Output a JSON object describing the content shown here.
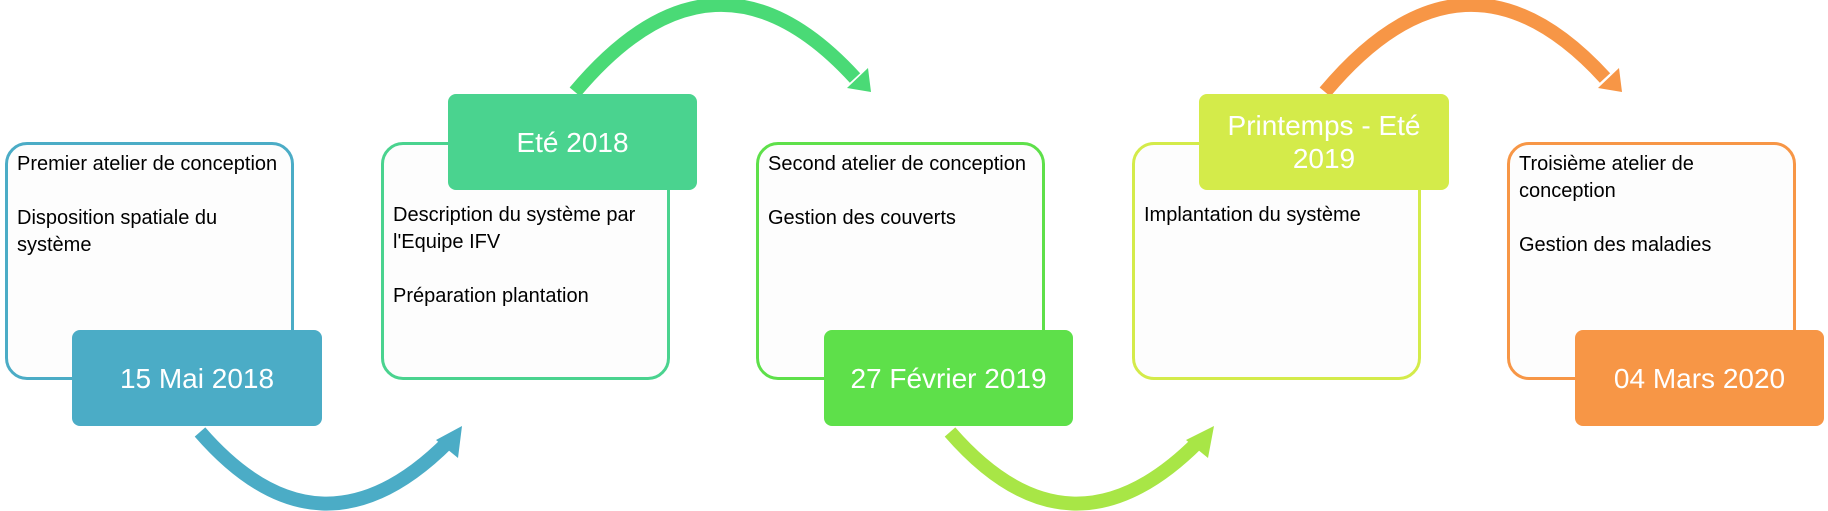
{
  "colors": {
    "step1": "#4BACC6",
    "step2": "#4AD38F",
    "step3": "#5EE04A",
    "step4": "#D4EB4A",
    "step5": "#F79646",
    "arrow1": "#4BACC6",
    "arrow2": "#4ADA76",
    "arrow3": "#A8E646",
    "arrow4": "#F79646"
  },
  "steps": [
    {
      "date": "15 Mai 2018",
      "lines": [
        "Premier atelier de conception",
        "Disposition spatiale du système"
      ]
    },
    {
      "date": "Eté 2018",
      "lines": [
        "Description du système par l'Equipe IFV",
        "Préparation plantation"
      ]
    },
    {
      "date": "27 Février 2019",
      "lines": [
        "Second atelier de conception",
        "Gestion des couverts"
      ]
    },
    {
      "date": "Printemps - Eté 2019",
      "lines": [
        "Implantation du système"
      ]
    },
    {
      "date": "04 Mars 2020",
      "lines": [
        "Troisième atelier de conception",
        "Gestion des maladies"
      ]
    }
  ]
}
